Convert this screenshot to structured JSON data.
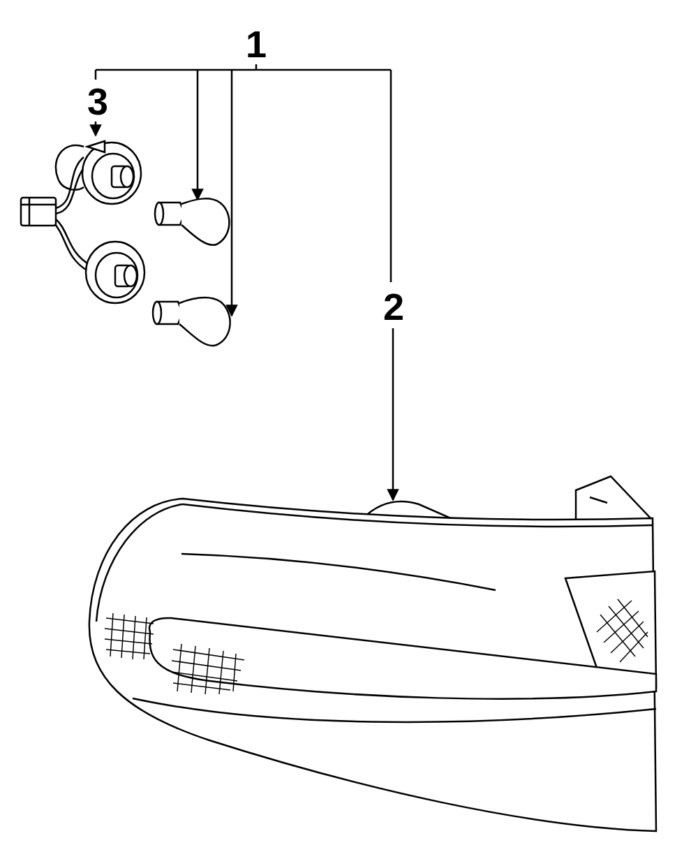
{
  "diagram": {
    "labels": [
      "1",
      "3",
      "2"
    ]
  }
}
